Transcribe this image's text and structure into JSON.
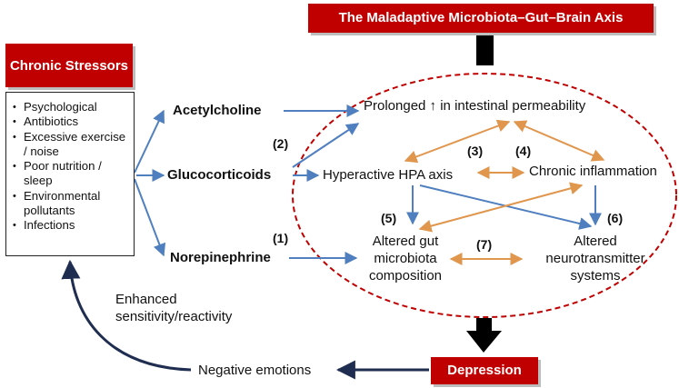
{
  "title": "The Maladaptive Microbiota–Gut–Brain Axis",
  "stressors": {
    "header": "Chronic Stressors",
    "items": [
      "Psychological",
      "Antibiotics",
      "Excessive exercise / noise",
      "Poor nutrition / sleep",
      "Environmental pollutants",
      "Infections"
    ]
  },
  "mediators": {
    "acetylcholine": "Acetylcholine",
    "glucocorticoids": "Glucocorticoids",
    "norepinephrine": "Norepinephrine"
  },
  "nodes": {
    "permeability": "Prolonged ↑ in intestinal permeability",
    "hpa": "Hyperactive HPA axis",
    "inflammation": "Chronic inflammation",
    "microbiota": "Altered gut microbiota composition",
    "neurotransmitter": "Altered neurotransmitter systems"
  },
  "numbers": [
    "(1)",
    "(2)",
    "(3)",
    "(4)",
    "(5)",
    "(6)",
    "(7)"
  ],
  "depression": "Depression",
  "negative_emotions": "Negative emotions",
  "feedback_label": "Enhanced sensitivity/reactivity",
  "colors": {
    "red": "#c00000",
    "blue_arrow": "#4f7fbf",
    "orange_arrow": "#e0964d",
    "dark_navy": "#1f2d50"
  }
}
